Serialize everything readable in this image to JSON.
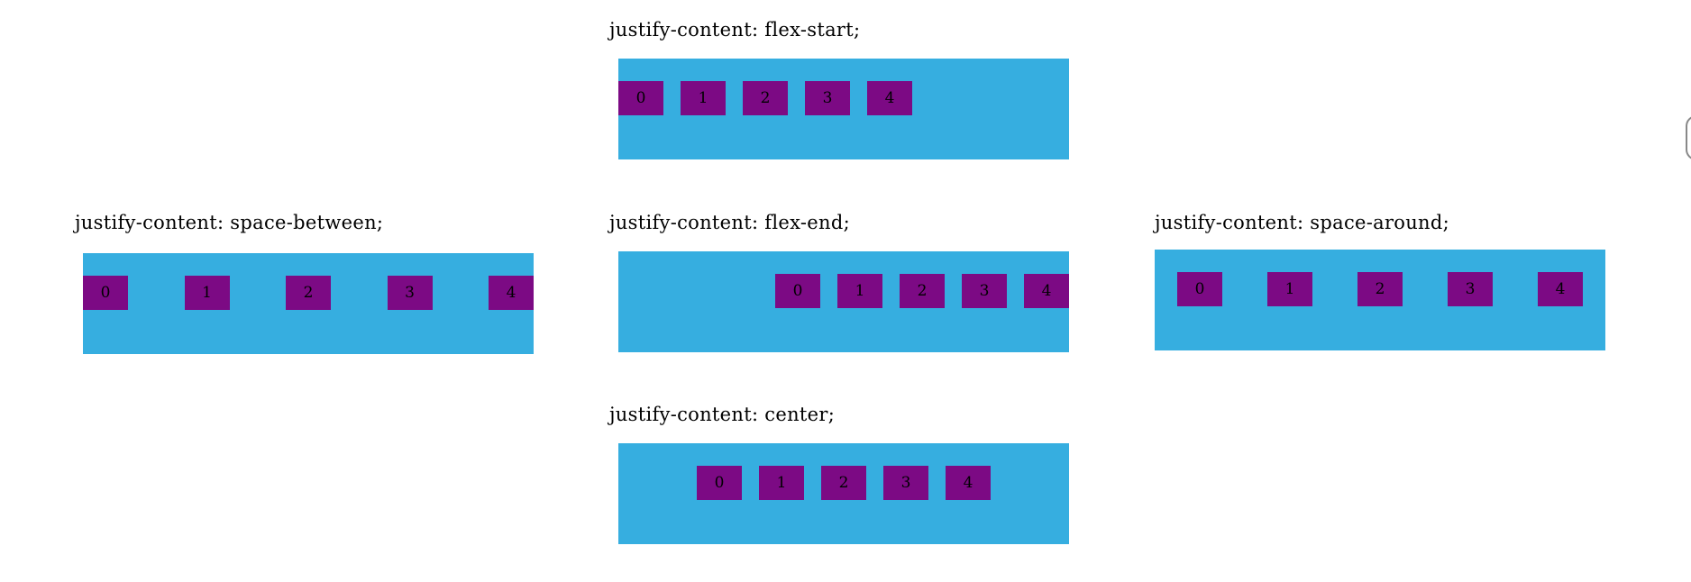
{
  "panels": [
    {
      "id": "flex-start",
      "title": "justify-content: flex-start;",
      "items": [
        "0",
        "1",
        "2",
        "3",
        "4"
      ]
    },
    {
      "id": "space-between",
      "title": "justify-content: space-between;",
      "items": [
        "0",
        "1",
        "2",
        "3",
        "4"
      ]
    },
    {
      "id": "flex-end",
      "title": "justify-content: flex-end;",
      "items": [
        "0",
        "1",
        "2",
        "3",
        "4"
      ]
    },
    {
      "id": "space-around",
      "title": "justify-content: space-around;",
      "items": [
        "0",
        "1",
        "2",
        "3",
        "4"
      ]
    },
    {
      "id": "center",
      "title": "justify-content: center;",
      "items": [
        "0",
        "1",
        "2",
        "3",
        "4"
      ]
    }
  ],
  "colors": {
    "container": "#36aee0",
    "item": "#7c0a84",
    "text": "#000000"
  }
}
